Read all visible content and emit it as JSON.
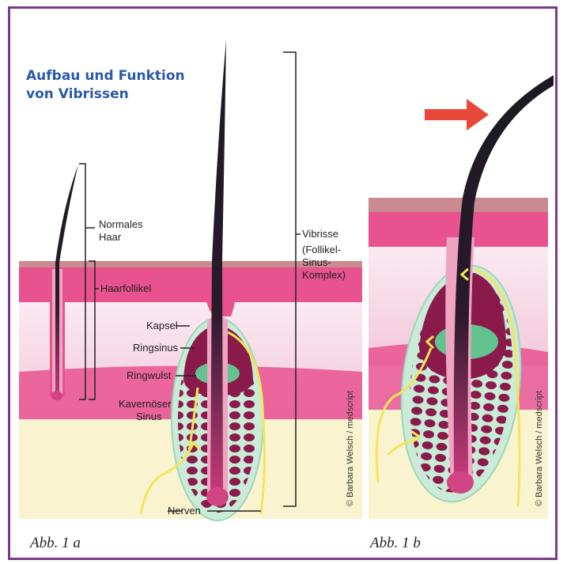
{
  "title": {
    "line1": "Aufbau und Funktion",
    "line2": "von Vibrissen"
  },
  "labels": {
    "normales_haar": [
      "Normales",
      "Haar"
    ],
    "haarfollikel": "Haarfollikel",
    "kapsel": "Kapsel",
    "ringsinus": "Ringsinus",
    "ringwulst": "Ringwulst",
    "kavernoeser_sinus": [
      "Kavernöser",
      "Sinus"
    ],
    "vibrisse": [
      "Vibrisse",
      "(Follikel-",
      "Sinus-",
      "Komplex)"
    ],
    "nerven": "Nerven"
  },
  "captions": {
    "fig_a": "Abb. 1 a",
    "fig_b": "Abb. 1 b"
  },
  "credit": "© Barbara Welsch / medscript",
  "colors": {
    "frame": "#7b3a8c",
    "title": "#2b5aa8",
    "epidermis": "#e8528f",
    "skin_top": "#c98a90",
    "dermis": "#f6dfe8",
    "subcutis": "#faf3cf",
    "capsule": "#c9ebd8",
    "sinus": "#8a1a4a",
    "ringwulst": "#63c38f",
    "hair": "#1a1a22",
    "nerve": "#f4e55a",
    "arrow": "#e8473a"
  }
}
